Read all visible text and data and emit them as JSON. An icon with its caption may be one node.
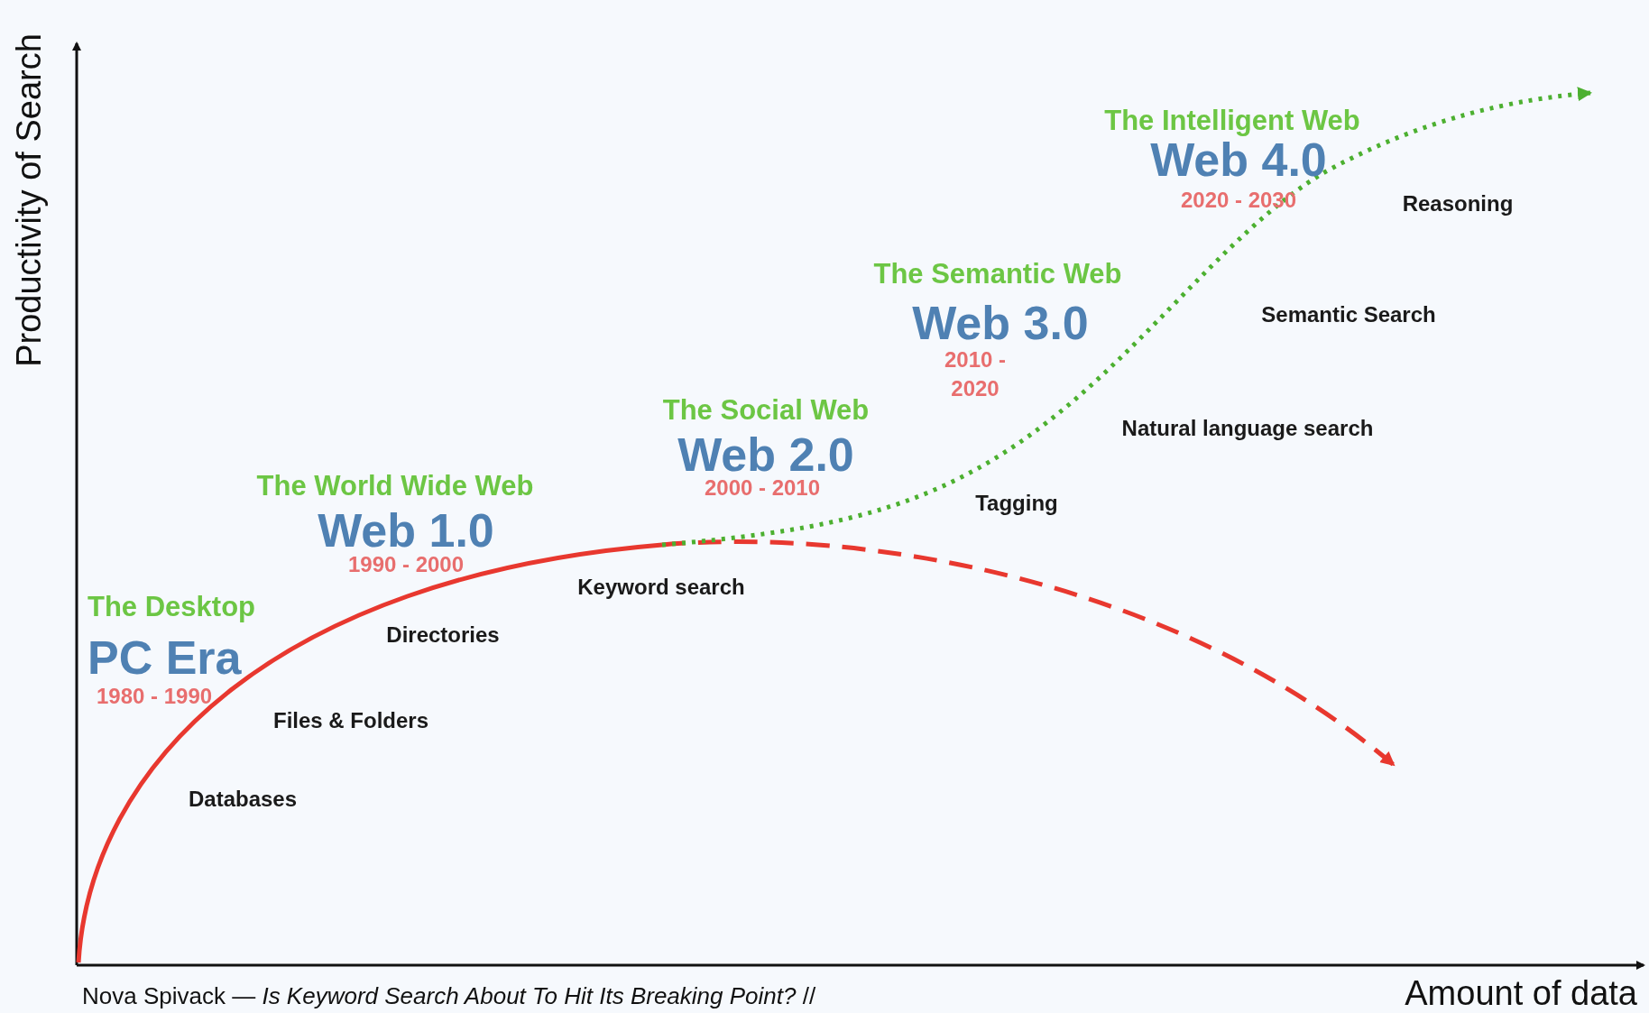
{
  "diagram": {
    "caption": "Nova Spivack — *Is Keyword Search About To Hit Its Breaking Point?* //",
    "labels": [
      "Productivity of Search",
      "The Intelligent Web",
      "Web 4.0",
      "2020 - 2030",
      "Reasoning",
      "The Semantic Web",
      "Web 3.0",
      "Semantic Search",
      "2010 - 2020",
      "The Social Web",
      "Natural language search",
      "Web 2.0",
      "2000 - 2010",
      "Tagging",
      "The World Wide Web",
      "Web 1.0",
      "1990 - 2000",
      "Keyword search",
      "The Desktop",
      "Directories",
      "PC Era",
      "1980 - 1990",
      "Files & Folders",
      "Databases",
      "Amount of data"
    ]
  }
}
